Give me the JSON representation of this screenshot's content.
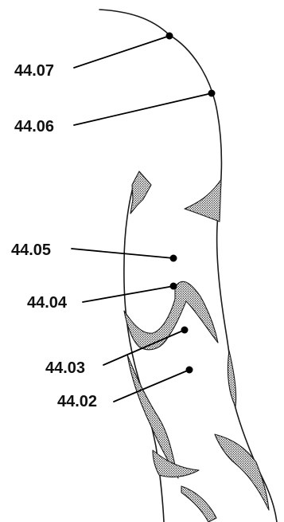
{
  "points": [
    {
      "id": "p4407",
      "label": "44.07"
    },
    {
      "id": "p4406",
      "label": "44.06"
    },
    {
      "id": "p4405",
      "label": "44.05"
    },
    {
      "id": "p4404",
      "label": "44.04"
    },
    {
      "id": "p4403",
      "label": "44.03"
    },
    {
      "id": "p4402",
      "label": "44.02"
    }
  ],
  "colors": {
    "ink": "#111111",
    "shading": "#6b6b6b",
    "background": "#ffffff"
  }
}
